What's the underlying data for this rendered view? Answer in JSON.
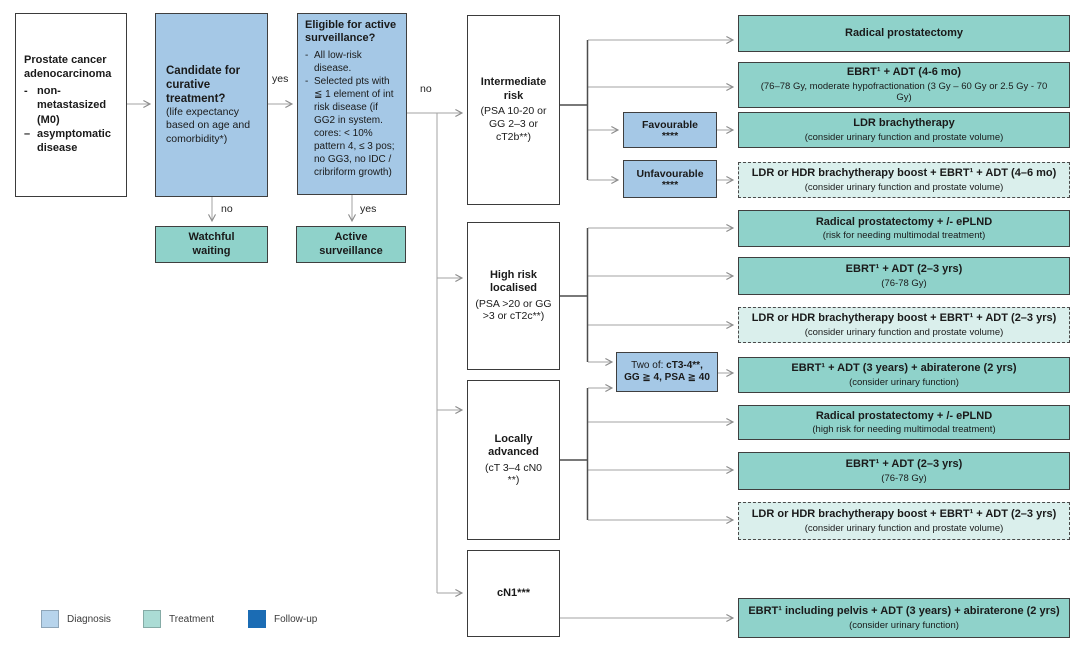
{
  "palette": {
    "diagnosis_fill": "#a5c8e6",
    "treatment_fill": "#8fd2ca",
    "treatment_light_fill": "#daefec",
    "followup_fill": "#1b6cb4",
    "box_border": "#3f3f3f",
    "connector_gray": "#a3a3a3",
    "connector_dark": "#4d4d4d"
  },
  "flow": {
    "start": {
      "title": "Prostate cancer adenocarcinoma",
      "bullets": [
        {
          "marker": "-",
          "text": "non-metastasized (M0)"
        },
        {
          "marker": "–",
          "text": "asymptomatic disease"
        }
      ]
    },
    "candidate": {
      "title": "Candidate for curative treatment?",
      "note": "(life expectancy based on age and comorbidity*)"
    },
    "watchful": {
      "title": "Watchful waiting"
    },
    "eligible": {
      "title": "Eligible for active surveillance?",
      "bullets": [
        {
          "marker": "-",
          "text": "All low-risk disease."
        },
        {
          "marker": "-",
          "text": "Selected pts with ≦ 1 element of int risk disease (if GG2 in system. cores: < 10% pattern 4, ≤ 3 pos; no GG3, no IDC / cribriform growth)"
        }
      ]
    },
    "active_surveillance": {
      "title": "Active surveillance"
    },
    "labels": {
      "yes_candidate": "yes",
      "no_candidate": "no",
      "yes_eligible": "yes",
      "no_eligible": "no"
    }
  },
  "risk_groups": {
    "intermediate": {
      "title": "Intermediate risk",
      "criteria": "(PSA 10-20 or GG 2–3 or cT2b**)"
    },
    "high": {
      "title": "High risk localised",
      "criteria": "(PSA >20 or GG >3 or cT2c**)"
    },
    "locally_advanced": {
      "title": "Locally advanced",
      "criteria": "(cT 3–4 cN0 **)"
    },
    "cn1": {
      "title": "cN1***"
    }
  },
  "modifiers": {
    "favourable": {
      "title": "Favourable",
      "stars": "****"
    },
    "unfavourable": {
      "title": "Unfavourable",
      "stars": "****"
    },
    "two_of": {
      "prefix": "Two of: ",
      "criteria_bold": "cT3-4**,",
      "line2": "GG ≧ 4, PSA ≧ 40"
    }
  },
  "treatments": [
    {
      "title": "Radical prostatectomy",
      "note": ""
    },
    {
      "title": "EBRT¹ + ADT (4-6 mo)",
      "note": "(76–78 Gy, moderate hypofractionation (3 Gy – 60 Gy or 2.5 Gy - 70 Gy)"
    },
    {
      "title": "LDR brachytherapy",
      "note": "(consider urinary function and prostate volume)"
    },
    {
      "title": "LDR or HDR brachytherapy boost + EBRT¹ + ADT (4–6 mo)",
      "note": "(consider urinary function and prostate volume)"
    },
    {
      "title": "Radical prostatectomy + /- ePLND",
      "note": "(risk for needing multimodal treatment)"
    },
    {
      "title": "EBRT¹ + ADT (2–3 yrs)",
      "note": "(76-78 Gy)"
    },
    {
      "title": "LDR or HDR brachytherapy boost + EBRT¹ + ADT (2–3 yrs)",
      "note": "(consider urinary function and prostate volume)"
    },
    {
      "title": "EBRT¹ + ADT (3 years) + abiraterone (2 yrs)",
      "note": "(consider urinary function)"
    },
    {
      "title": "Radical prostatectomy + /- ePLND",
      "note": "(high risk for needing multimodal treatment)"
    },
    {
      "title": "EBRT¹ + ADT (2–3 yrs)",
      "note": "(76-78 Gy)"
    },
    {
      "title": "LDR or HDR brachytherapy boost + EBRT¹ + ADT (2–3 yrs)",
      "note": "(consider urinary function and prostate volume)"
    },
    {
      "title": "EBRT¹ including pelvis + ADT (3 years) + abiraterone (2 yrs)",
      "note": "(consider urinary function)"
    }
  ],
  "legend": {
    "items": [
      {
        "label": "Diagnosis",
        "color": "#b7d4ec"
      },
      {
        "label": "Treatment",
        "color": "#abdcd5"
      },
      {
        "label": "Follow-up",
        "color": "#1b6cb4"
      }
    ]
  }
}
